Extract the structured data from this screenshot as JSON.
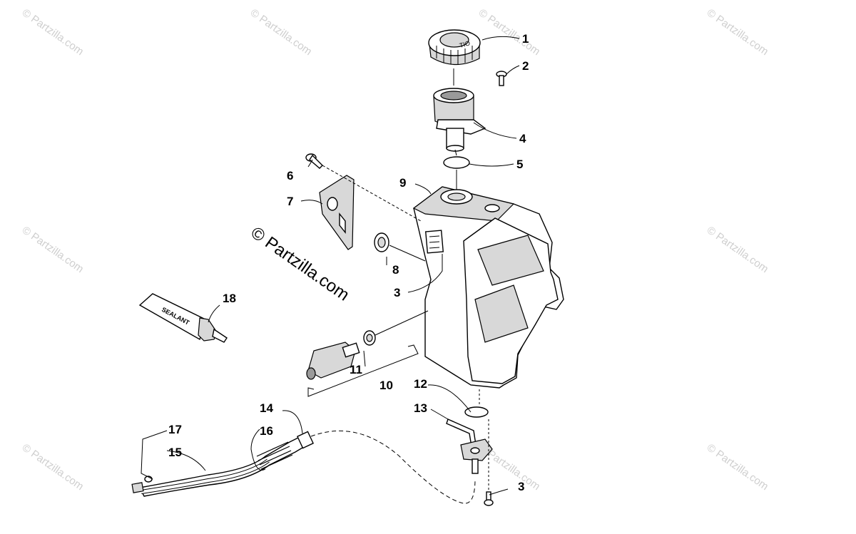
{
  "diagram": {
    "watermark_text": "© Partzilla.com",
    "copyright_text": "© Partzilla.com",
    "sealant_label": "SEALANT",
    "cap_label": "TIO",
    "callouts": {
      "c1": "1",
      "c2": "2",
      "c3a": "3",
      "c3b": "3",
      "c4": "4",
      "c5": "5",
      "c6": "6",
      "c7": "7",
      "c8": "8",
      "c9": "9",
      "c10": "10",
      "c11": "11",
      "c12": "12",
      "c13": "13",
      "c14": "14",
      "c15": "15",
      "c16": "16",
      "c17": "17",
      "c18": "18"
    }
  }
}
